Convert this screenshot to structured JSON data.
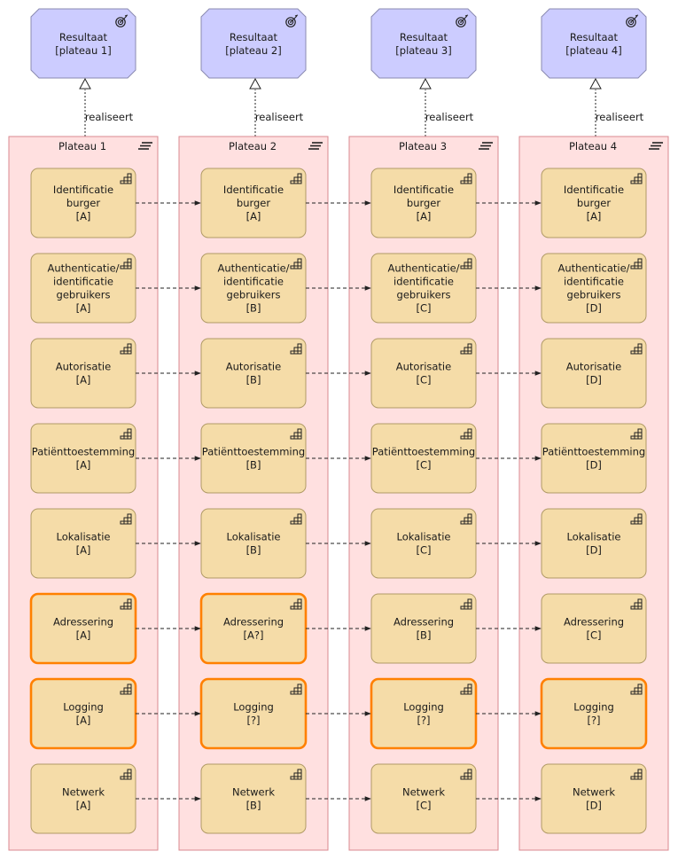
{
  "diagram": {
    "relation_label": "realiseert",
    "colors": {
      "result_fill": "#ccccff",
      "plateau_fill": "#ffe0e0",
      "plateau_stroke": "#d9888f",
      "component_fill": "#f5dca8",
      "component_stroke": "#b09a66",
      "highlight_stroke": "#ff8000",
      "connector": "#222222"
    },
    "results": [
      {
        "line1": "Resultaat",
        "line2": "[plateau 1]"
      },
      {
        "line1": "Resultaat",
        "line2": "[plateau 2]"
      },
      {
        "line1": "Resultaat",
        "line2": "[plateau 3]"
      },
      {
        "line1": "Resultaat",
        "line2": "[plateau 4]"
      }
    ],
    "plateaus": [
      {
        "title": "Plateau 1",
        "components": [
          {
            "lines": [
              "Identificatie",
              "burger",
              "[A]"
            ],
            "highlight": false
          },
          {
            "lines": [
              "Authenticatie/",
              "identificatie",
              "gebruikers",
              "[A]"
            ],
            "highlight": false
          },
          {
            "lines": [
              "Autorisatie",
              "[A]"
            ],
            "highlight": false
          },
          {
            "lines": [
              "Patiënttoestemming",
              "[A]"
            ],
            "highlight": false
          },
          {
            "lines": [
              "Lokalisatie",
              "[A]"
            ],
            "highlight": false
          },
          {
            "lines": [
              "Adressering",
              "[A]"
            ],
            "highlight": true
          },
          {
            "lines": [
              "Logging",
              "[A]"
            ],
            "highlight": true
          },
          {
            "lines": [
              "Netwerk",
              "[A]"
            ],
            "highlight": false
          }
        ]
      },
      {
        "title": "Plateau 2",
        "components": [
          {
            "lines": [
              "Identificatie",
              "burger",
              "[A]"
            ],
            "highlight": false
          },
          {
            "lines": [
              "Authenticatie/",
              "identificatie",
              "gebruikers",
              "[B]"
            ],
            "highlight": false
          },
          {
            "lines": [
              "Autorisatie",
              "[B]"
            ],
            "highlight": false
          },
          {
            "lines": [
              "Patiënttoestemming",
              "[B]"
            ],
            "highlight": false
          },
          {
            "lines": [
              "Lokalisatie",
              "[B]"
            ],
            "highlight": false
          },
          {
            "lines": [
              "Adressering",
              "[A?]"
            ],
            "highlight": true
          },
          {
            "lines": [
              "Logging",
              "[?]"
            ],
            "highlight": true
          },
          {
            "lines": [
              "Netwerk",
              "[B]"
            ],
            "highlight": false
          }
        ]
      },
      {
        "title": "Plateau 3",
        "components": [
          {
            "lines": [
              "Identificatie",
              "burger",
              "[A]"
            ],
            "highlight": false
          },
          {
            "lines": [
              "Authenticatie/",
              "identificatie",
              "gebruikers",
              "[C]"
            ],
            "highlight": false
          },
          {
            "lines": [
              "Autorisatie",
              "[C]"
            ],
            "highlight": false
          },
          {
            "lines": [
              "Patiënttoestemming",
              "[C]"
            ],
            "highlight": false
          },
          {
            "lines": [
              "Lokalisatie",
              "[C]"
            ],
            "highlight": false
          },
          {
            "lines": [
              "Adressering",
              "[B]"
            ],
            "highlight": false
          },
          {
            "lines": [
              "Logging",
              "[?]"
            ],
            "highlight": true
          },
          {
            "lines": [
              "Netwerk",
              "[C]"
            ],
            "highlight": false
          }
        ]
      },
      {
        "title": "Plateau 4",
        "components": [
          {
            "lines": [
              "Identificatie",
              "burger",
              "[A]"
            ],
            "highlight": false
          },
          {
            "lines": [
              "Authenticatie/",
              "identificatie",
              "gebruikers",
              "[D]"
            ],
            "highlight": false
          },
          {
            "lines": [
              "Autorisatie",
              "[D]"
            ],
            "highlight": false
          },
          {
            "lines": [
              "Patiënttoestemming",
              "[D]"
            ],
            "highlight": false
          },
          {
            "lines": [
              "Lokalisatie",
              "[D]"
            ],
            "highlight": false
          },
          {
            "lines": [
              "Adressering",
              "[C]"
            ],
            "highlight": false
          },
          {
            "lines": [
              "Logging",
              "[?]"
            ],
            "highlight": true
          },
          {
            "lines": [
              "Netwerk",
              "[D]"
            ],
            "highlight": false
          }
        ]
      }
    ]
  }
}
